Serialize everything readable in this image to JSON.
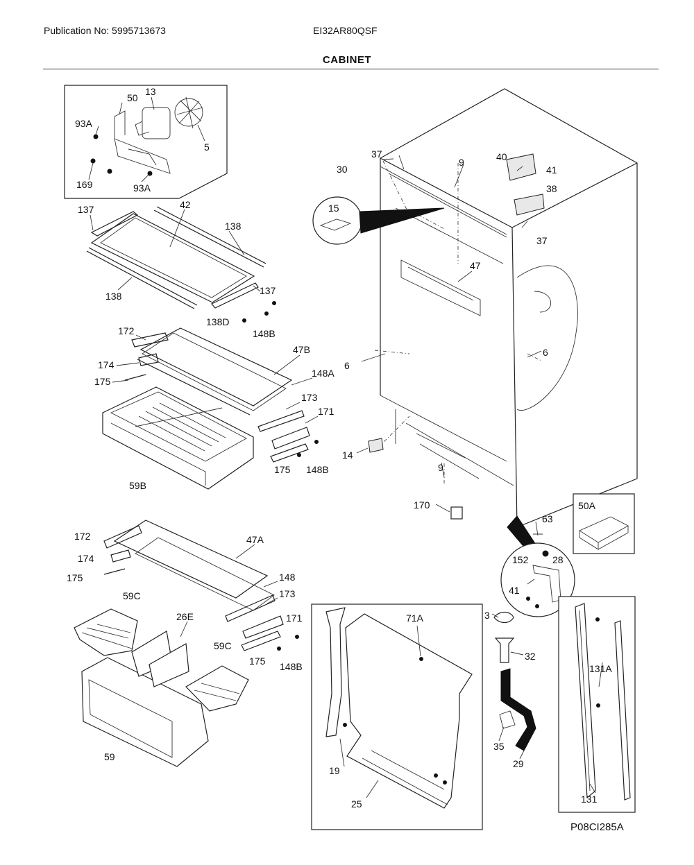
{
  "header": {
    "publication": "Publication No: 5995713673",
    "model": "EI32AR80QSF",
    "title": "CABINET"
  },
  "footer_code": "P08CI285A",
  "callouts": {
    "c50": "50",
    "c13": "13",
    "c93a_1": "93A",
    "c5": "5",
    "c169": "169",
    "c93a_2": "93A",
    "c137_1": "137",
    "c42": "42",
    "c138_1": "138",
    "c138_2": "138",
    "c137_2": "137",
    "c138d": "138D",
    "c148b_1": "148B",
    "c172_1": "172",
    "c47b": "47B",
    "c174_1": "174",
    "c175_1": "175",
    "c148a": "148A",
    "c173_1": "173",
    "c171_1": "171",
    "c175_2": "175",
    "c148b_2": "148B",
    "c59b": "59B",
    "c172_2": "172",
    "c47a": "47A",
    "c174_2": "174",
    "c175_3": "175",
    "c148": "148",
    "c173_2": "173",
    "c59c_1": "59C",
    "c26e": "26E",
    "c171_2": "171",
    "c59c_2": "59C",
    "c175_4": "175",
    "c148b_3": "148B",
    "c59": "59",
    "c37_1": "37",
    "c30": "30",
    "c9_1": "9",
    "c40": "40",
    "c41_1": "41",
    "c38": "38",
    "c15": "15",
    "c37_2": "37",
    "c47": "47",
    "c6_1": "6",
    "c6_2": "6",
    "c14": "14",
    "c9_2": "9",
    "c170": "170",
    "c50a": "50A",
    "c63": "63",
    "c152": "152",
    "c28": "28",
    "c41_2": "41",
    "c3": "3",
    "c32": "32",
    "c71a": "71A",
    "c19": "19",
    "c25": "25",
    "c35": "35",
    "c29": "29",
    "c131a": "131A",
    "c131": "131"
  }
}
